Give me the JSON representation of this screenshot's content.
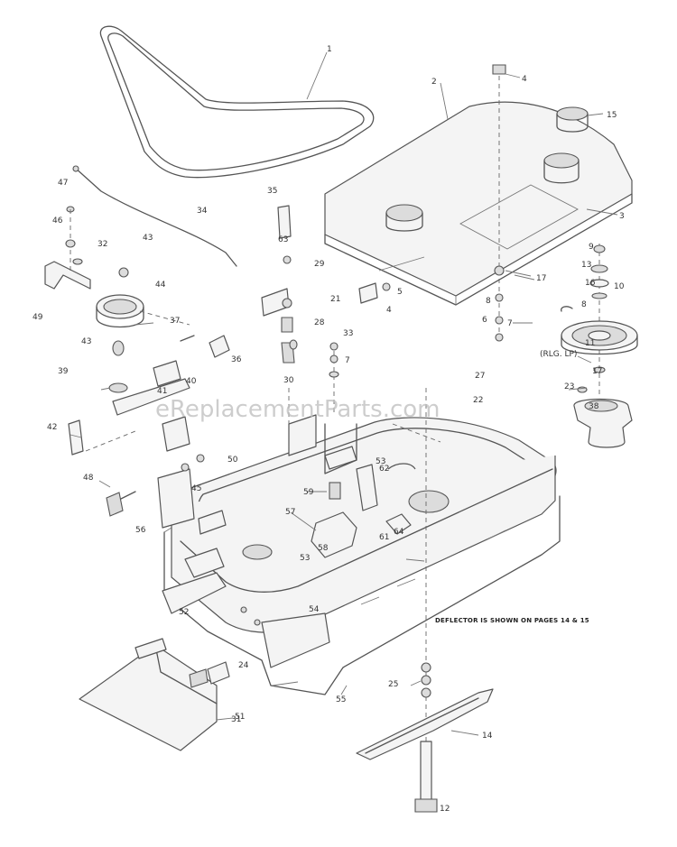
{
  "watermark": "eReplacementParts.com",
  "note": "DEFLECTOR IS SHOWN ON PAGES 14 & 15",
  "callouts": [
    {
      "id": "c-1",
      "text": "1"
    },
    {
      "id": "c-2",
      "text": "2"
    },
    {
      "id": "c-3",
      "text": "3"
    },
    {
      "id": "c-4a",
      "text": "4"
    },
    {
      "id": "c-4b",
      "text": "4"
    },
    {
      "id": "c-5",
      "text": "5"
    },
    {
      "id": "c-6",
      "text": "6"
    },
    {
      "id": "c-7a",
      "text": "7"
    },
    {
      "id": "c-7b",
      "text": "7"
    },
    {
      "id": "c-8a",
      "text": "8"
    },
    {
      "id": "c-8b",
      "text": "8"
    },
    {
      "id": "c-9",
      "text": "9"
    },
    {
      "id": "c-10",
      "text": "10"
    },
    {
      "id": "c-11",
      "text": "11"
    },
    {
      "id": "c-11sub",
      "text": "(RLG. LP)"
    },
    {
      "id": "c-12",
      "text": "12"
    },
    {
      "id": "c-13",
      "text": "13"
    },
    {
      "id": "c-14",
      "text": "14"
    },
    {
      "id": "c-15",
      "text": "15"
    },
    {
      "id": "c-16",
      "text": "16"
    },
    {
      "id": "c-17a",
      "text": "17"
    },
    {
      "id": "c-17b",
      "text": "17"
    },
    {
      "id": "c-21",
      "text": "21"
    },
    {
      "id": "c-22",
      "text": "22"
    },
    {
      "id": "c-23",
      "text": "23"
    },
    {
      "id": "c-24",
      "text": "24"
    },
    {
      "id": "c-25",
      "text": "25"
    },
    {
      "id": "c-27",
      "text": "27"
    },
    {
      "id": "c-28",
      "text": "28"
    },
    {
      "id": "c-29",
      "text": "29"
    },
    {
      "id": "c-30",
      "text": "30"
    },
    {
      "id": "c-31",
      "text": "31"
    },
    {
      "id": "c-32",
      "text": "32"
    },
    {
      "id": "c-33",
      "text": "33"
    },
    {
      "id": "c-34",
      "text": "34"
    },
    {
      "id": "c-35",
      "text": "35"
    },
    {
      "id": "c-36",
      "text": "36"
    },
    {
      "id": "c-37",
      "text": "37"
    },
    {
      "id": "c-38",
      "text": "38"
    },
    {
      "id": "c-39",
      "text": "39"
    },
    {
      "id": "c-40",
      "text": "40"
    },
    {
      "id": "c-41",
      "text": "41"
    },
    {
      "id": "c-42",
      "text": "42"
    },
    {
      "id": "c-43a",
      "text": "43"
    },
    {
      "id": "c-43b",
      "text": "43"
    },
    {
      "id": "c-44",
      "text": "44"
    },
    {
      "id": "c-45",
      "text": "45"
    },
    {
      "id": "c-46",
      "text": "46"
    },
    {
      "id": "c-47",
      "text": "47"
    },
    {
      "id": "c-48",
      "text": "48"
    },
    {
      "id": "c-49",
      "text": "49"
    },
    {
      "id": "c-50",
      "text": "50"
    },
    {
      "id": "c-51",
      "text": "51"
    },
    {
      "id": "c-52",
      "text": "52"
    },
    {
      "id": "c-53a",
      "text": "53"
    },
    {
      "id": "c-53b",
      "text": "53"
    },
    {
      "id": "c-54",
      "text": "54"
    },
    {
      "id": "c-55",
      "text": "55"
    },
    {
      "id": "c-56",
      "text": "56"
    },
    {
      "id": "c-57",
      "text": "57"
    },
    {
      "id": "c-58",
      "text": "58"
    },
    {
      "id": "c-59",
      "text": "59"
    },
    {
      "id": "c-61",
      "text": "61"
    },
    {
      "id": "c-62",
      "text": "62"
    },
    {
      "id": "c-63",
      "text": "63"
    },
    {
      "id": "c-64",
      "text": "64"
    }
  ]
}
